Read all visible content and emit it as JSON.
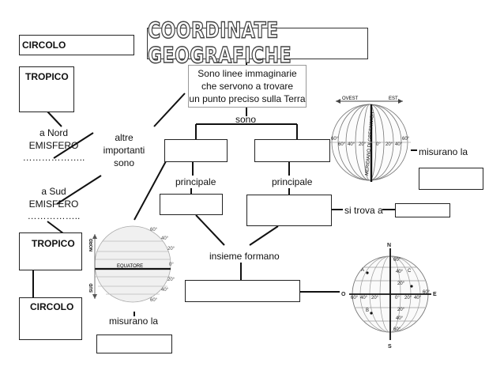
{
  "title": "COORDINATE GEOGRAFICHE",
  "left": {
    "circolo_top": "CIRCOLO",
    "tropico_top": "TROPICO",
    "nord_line1": "a Nord",
    "nord_line2": "EMISFERO",
    "nord_dots": "………………..",
    "sud_line1": "a Sud",
    "sud_line2": "EMISFERO",
    "sud_dots": "……………..",
    "tropico_bottom": "TROPICO",
    "circolo_bottom": "CIRCOLO"
  },
  "center": {
    "altre_line1": "altre",
    "altre_line2": "importanti",
    "altre_line3": "sono",
    "def_line1": "Sono linee immaginarie",
    "def_line2": "che servono a trovare",
    "def_line3": "un punto preciso sulla Terra",
    "sono": "sono",
    "principale_left": "principale",
    "principale_right": "principale",
    "insieme": "insieme formano",
    "si_trova": "si trova a",
    "misurano_right": "misurano la",
    "misurano_bottom": "misurano la"
  },
  "globe_top": {
    "ovest": "OVEST",
    "est": "EST",
    "meridiano": "MERIDIANO DI GREENWICH",
    "degrees": [
      "60°",
      "60°",
      "40°",
      "20°",
      "0°",
      "20°",
      "40°",
      "60°"
    ]
  },
  "globe_left": {
    "nord": "NORD",
    "sud": "SUD",
    "equatore": "EQUATORE",
    "degrees": [
      "60°",
      "40°",
      "20°",
      "0°",
      "20°",
      "40°",
      "60°"
    ]
  },
  "globe_right": {
    "n": "N",
    "s": "S",
    "o": "O",
    "e": "E",
    "a": "A",
    "b": "B",
    "c": "C",
    "lat_labels": [
      "60°",
      "40°",
      "20°",
      "20°",
      "40°",
      "60°"
    ],
    "lon_labels": [
      "60°",
      "40°",
      "20°",
      "0°",
      "20°",
      "40°",
      "60°"
    ]
  }
}
